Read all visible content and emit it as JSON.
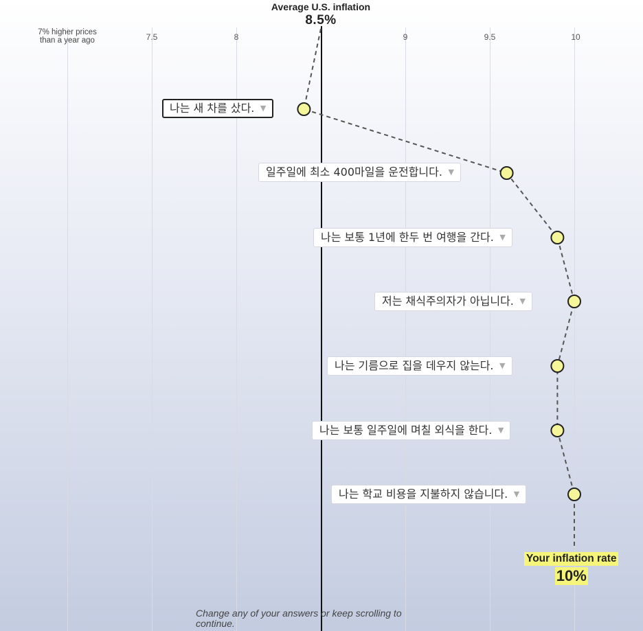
{
  "axis": {
    "ticks": [
      "7.5",
      "8",
      "9",
      "9.5",
      "10"
    ],
    "first_tick_line1": "7% higher prices",
    "first_tick_line2": "than a year ago"
  },
  "average": {
    "title": "Average U.S. inflation",
    "value": "8.5%",
    "numeric": 8.5
  },
  "answers": [
    {
      "label": "나는 새 차를 샀다.",
      "value": 8.4,
      "active": true
    },
    {
      "label": "일주일에 최소 400마일을 운전합니다.",
      "value": 9.6,
      "active": false
    },
    {
      "label": "나는 보통 1년에 한두 번 여행을 간다.",
      "value": 9.9,
      "active": false
    },
    {
      "label": "저는 채식주의자가 아닙니다.",
      "value": 10.0,
      "active": false
    },
    {
      "label": "나는 기름으로 집을 데우지 않는다.",
      "value": 9.9,
      "active": false
    },
    {
      "label": "나는 보통 일주일에 며칠 외식을 한다.",
      "value": 9.9,
      "active": false
    },
    {
      "label": "나는 학교 비용을 지불하지 않습니다.",
      "value": 10.0,
      "active": false
    }
  ],
  "result": {
    "title": "Your inflation rate",
    "value": "10%"
  },
  "footer": {
    "note": "Change any of your answers or keep scrolling to continue."
  },
  "colors": {
    "marker_fill": "#f5f59a",
    "highlight": "#f5f57a",
    "average_line": "#111111"
  },
  "caret_icon": "▼"
}
